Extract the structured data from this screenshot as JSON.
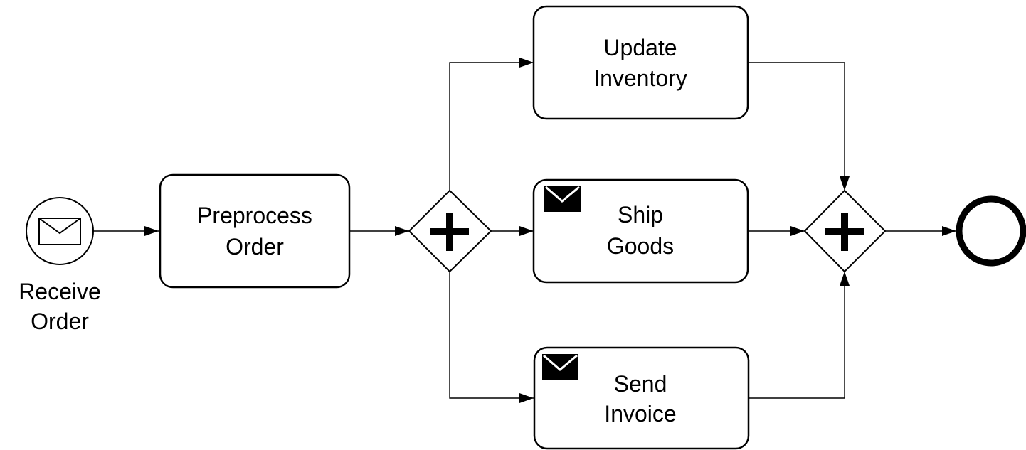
{
  "start_event": {
    "type": "message-start-event",
    "label_line1": "Receive",
    "label_line2": "Order",
    "icon": "envelope-icon"
  },
  "tasks": {
    "preprocess": {
      "line1": "Preprocess",
      "line2": "Order"
    },
    "update_inventory": {
      "line1": "Update",
      "line2": "Inventory"
    },
    "ship_goods": {
      "line1": "Ship",
      "line2": "Goods",
      "marker": "send-message-icon"
    },
    "send_invoice": {
      "line1": "Send",
      "line2": "Invoice",
      "marker": "send-message-icon"
    }
  },
  "gateways": {
    "split": {
      "type": "parallel",
      "icon": "plus-icon"
    },
    "join": {
      "type": "parallel",
      "icon": "plus-icon"
    }
  },
  "end_event": {
    "type": "end-event"
  },
  "colors": {
    "stroke": "#000000",
    "background": "#ffffff"
  }
}
